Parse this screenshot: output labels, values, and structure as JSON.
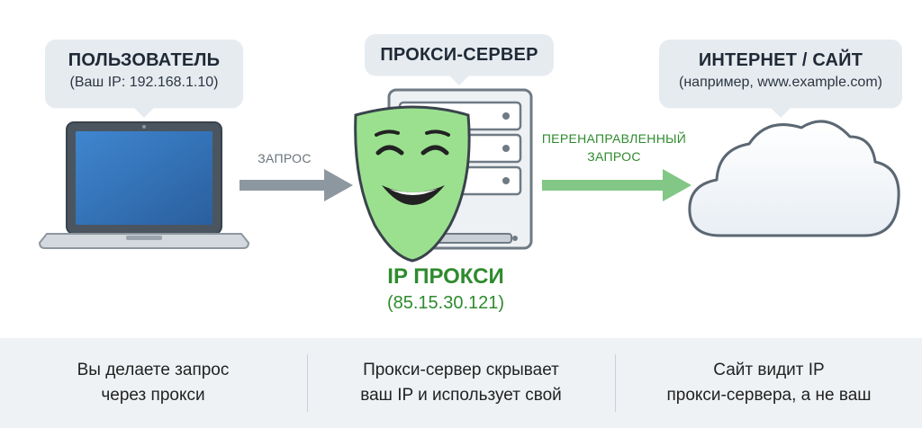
{
  "nodes": {
    "user": {
      "title": "ПОЛЬЗОВАТЕЛЬ",
      "subtitle": "(Ваш IP: 192.168.1.10)"
    },
    "proxy": {
      "title": "ПРОКСИ-СЕРВЕР",
      "ip_label": "IP ПРОКСИ",
      "ip_value": "(85.15.30.121)"
    },
    "internet": {
      "title": "ИНТЕРНЕТ / САЙТ",
      "subtitle": "(например, www.example.com)"
    }
  },
  "edges": {
    "request": {
      "label": "ЗАПРОС",
      "color": "#8d979f"
    },
    "forwarded": {
      "label_line1": "ПЕРЕНАПРАВЛЕННЫЙ",
      "label_line2": "ЗАПРОС",
      "color": "#2e8b2e",
      "arrow_color": "#82c785"
    }
  },
  "footer": {
    "col1": {
      "line1": "Вы делаете запрос",
      "line2": "через прокси"
    },
    "col2": {
      "line1": "Прокси-сервер скрывает",
      "line2": "ваш IP и использует свой"
    },
    "col3": {
      "line1": "Сайт видит IP",
      "line2": "прокси-сервера, а не ваш"
    }
  },
  "colors": {
    "bubble": "#e6ebf0",
    "mask": "#9be08f",
    "accent_green": "#2e8b2e",
    "footer_bg": "#eef2f5"
  }
}
